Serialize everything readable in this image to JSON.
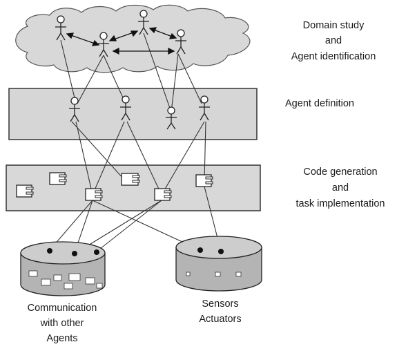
{
  "labels": {
    "domain_line1": "Domain study",
    "domain_line2": "and",
    "domain_line3": "Agent identification",
    "definition": "Agent definition",
    "codegen_line1": "Code generation",
    "codegen_line2": "and",
    "codegen_line3": "task implementation",
    "comm_line1": "Communication",
    "comm_line2": "with other",
    "comm_line3": "Agents",
    "sensors_line1": "Sensors",
    "sensors_line2": "Actuators"
  },
  "colors": {
    "cloud": "#d8d8d8",
    "panel": "#d6d6d6",
    "cylinder": "#b4b4b4",
    "cylinder_top": "#cdcdcd",
    "lines": "#333333"
  },
  "icons": {
    "agent": "stick-figure-icon",
    "component": "uml-component-icon",
    "database": "cylinder-icon"
  }
}
